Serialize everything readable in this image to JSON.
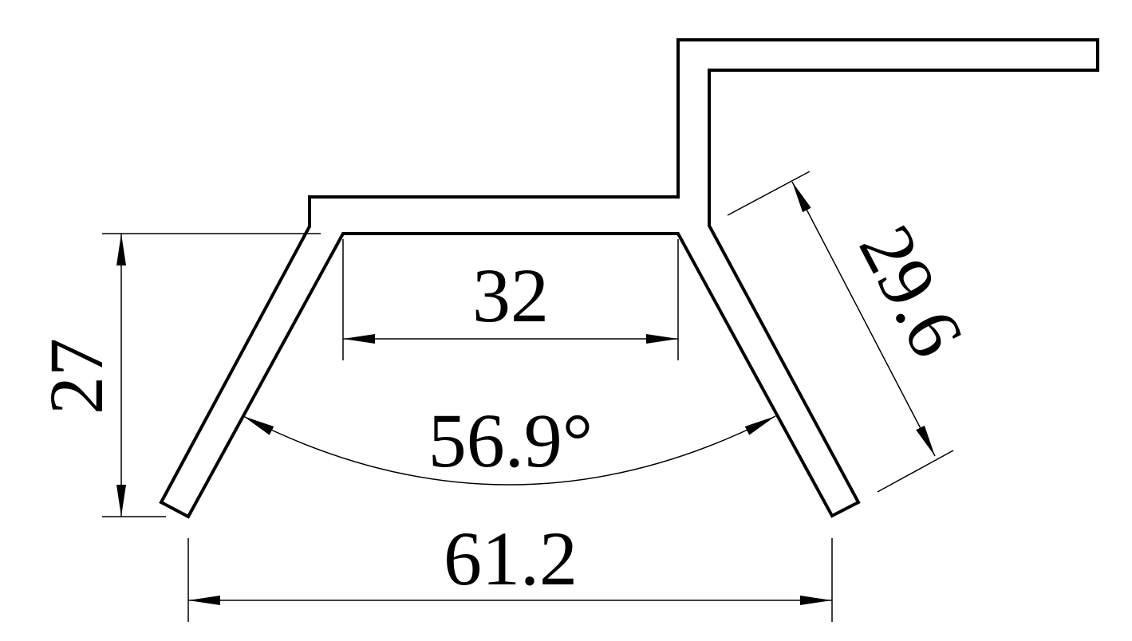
{
  "drawing": {
    "line_color": "#000000",
    "background": "#ffffff",
    "dimensions": {
      "height": "27",
      "inner_top_width": "32",
      "angle": "56.9°",
      "bottom_width": "61.2",
      "side_length": "29.6"
    }
  }
}
